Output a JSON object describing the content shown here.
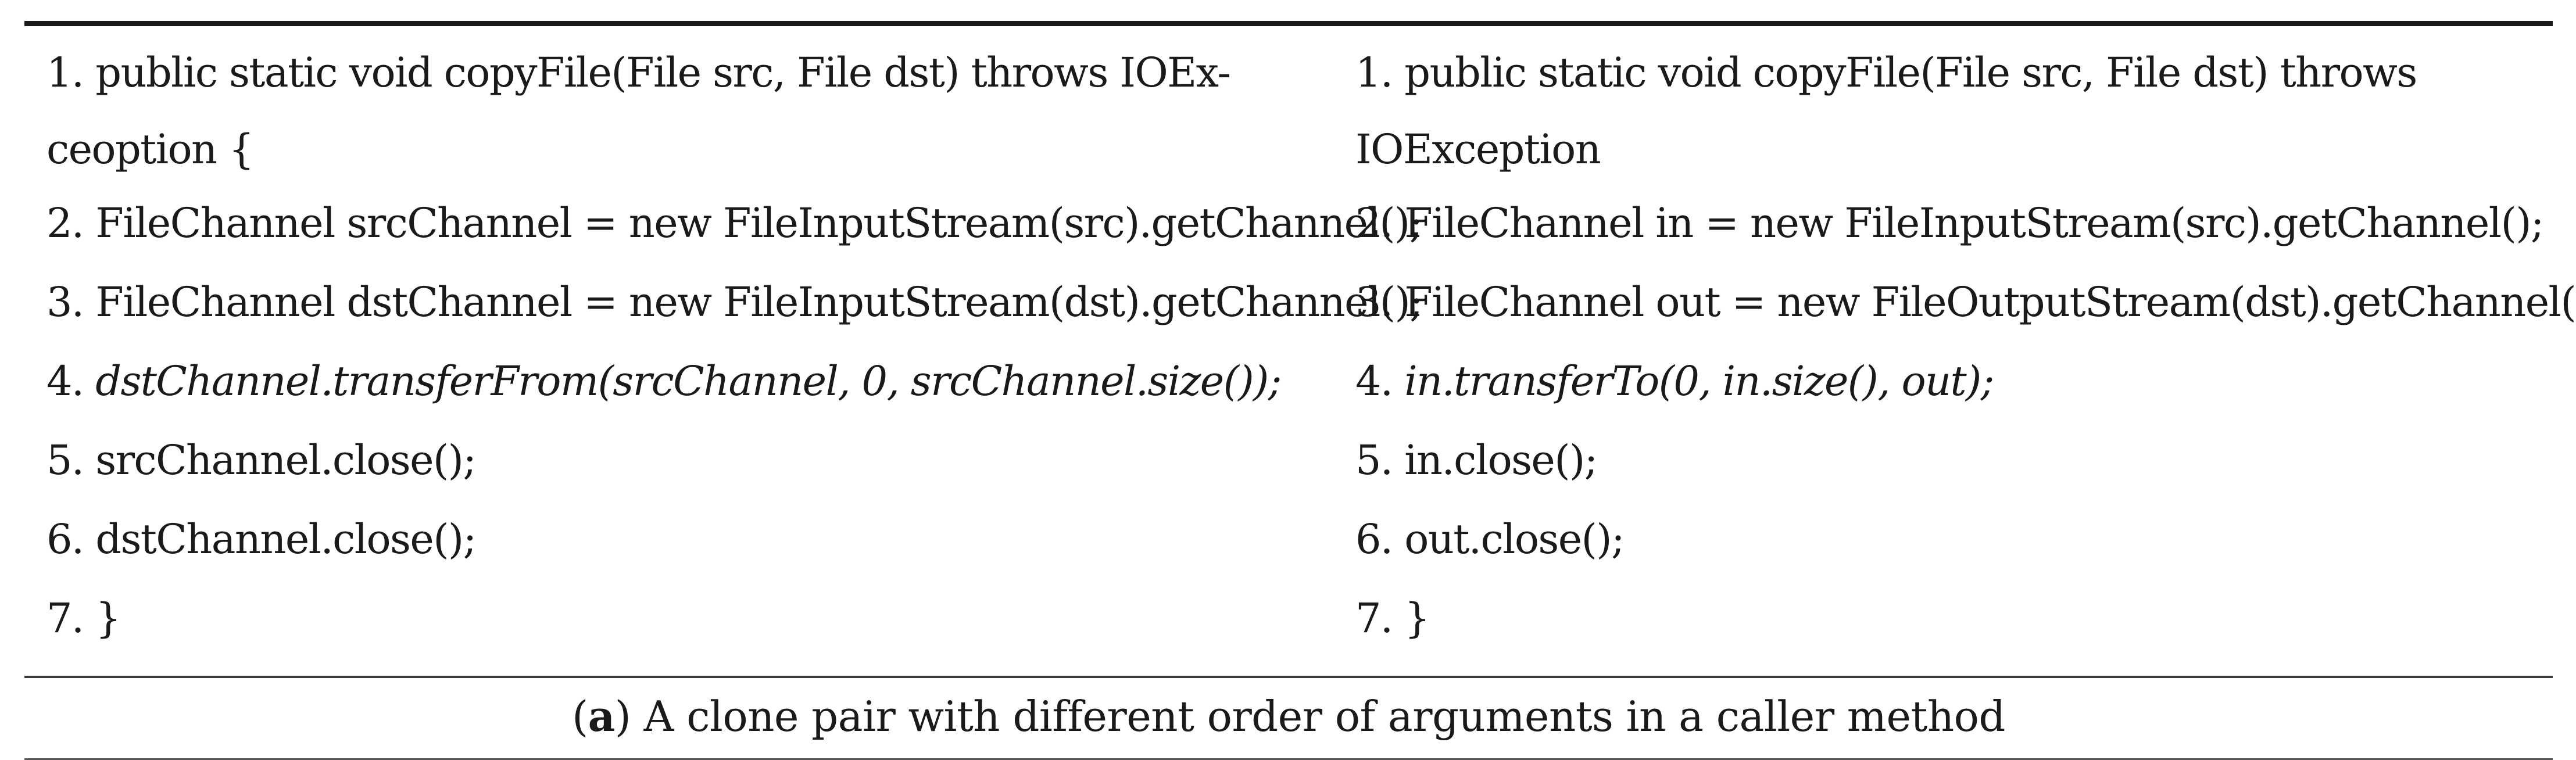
{
  "left_column": {
    "lines": [
      {
        "number": "1.",
        "text": "public static void copyFile(File src, File dst) throws IOEx-ceoption {"
      },
      {
        "number": "2.",
        "text": "FileChannel srcChannel = new FileInputStream(src).getChannel();"
      },
      {
        "number": "3.",
        "text": "FileChannel dstChannel = new FileInputStream(dst).getChannel();"
      },
      {
        "number": "4.",
        "text": "dstChannel.transferFrom(srcChannel, 0, srcChannel.size());"
      },
      {
        "number": "5.",
        "text": "srcChannel.close();"
      },
      {
        "number": "6.",
        "text": "dstChannel.close();"
      },
      {
        "number": "7.",
        "text": "}"
      }
    ]
  },
  "right_column": {
    "lines": [
      {
        "number": "1.",
        "text": "public static void copyFile(File src, File dst) throws IOException"
      },
      {
        "number": "2.",
        "text": "FileChannel in = new FileInputStream(src).getChannel();"
      },
      {
        "number": "3.",
        "text": "FileChannel out = new FileOutputStream(dst).getChannel();"
      },
      {
        "number": "4.",
        "text": "in.transferTo(0, in.size(), out);"
      },
      {
        "number": "5.",
        "text": "in.close();"
      },
      {
        "number": "6.",
        "text": "out.close();"
      },
      {
        "number": "7.",
        "text": "}"
      }
    ]
  },
  "caption": {
    "label": "a",
    "text": "A clone pair with different order of arguments in a caller method"
  }
}
